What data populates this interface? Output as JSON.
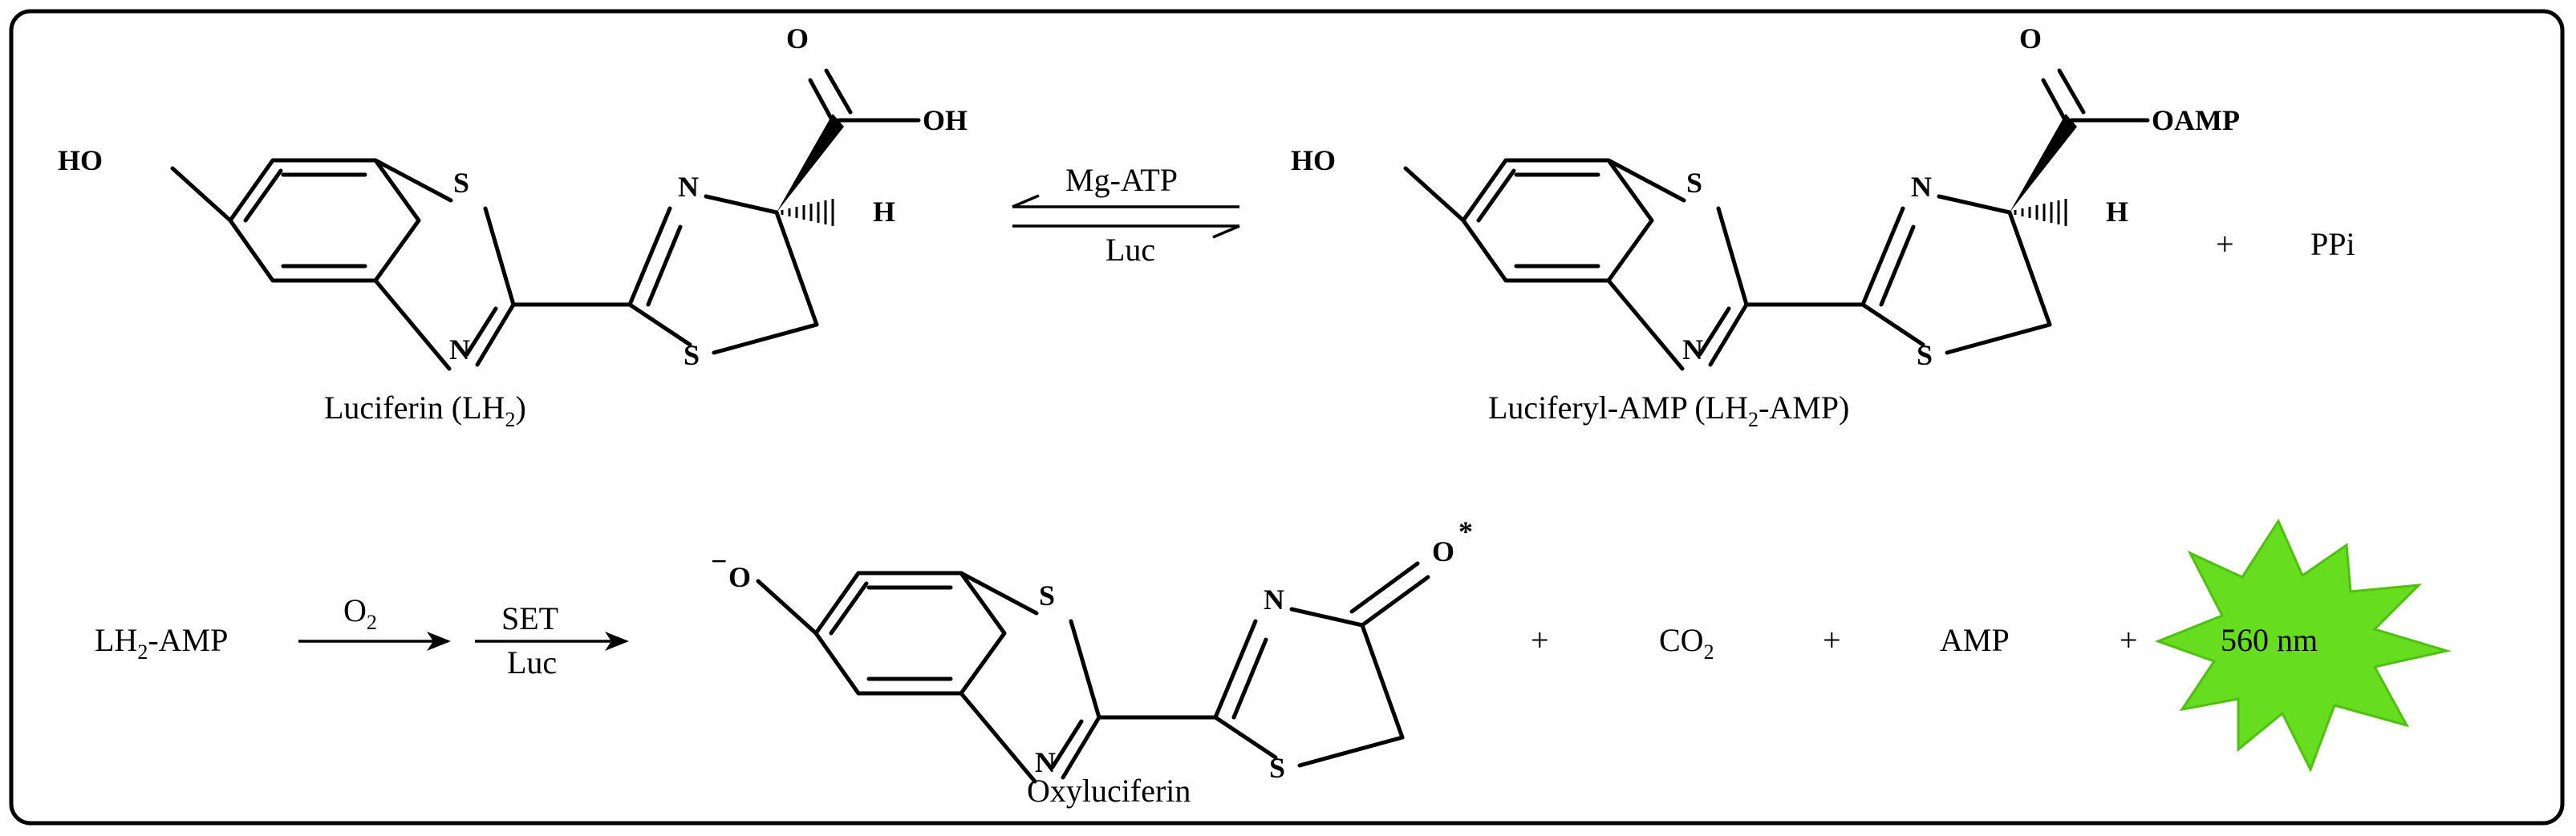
{
  "molecules": {
    "luciferin": {
      "atoms": {
        "ho": "HO",
        "s1": "S",
        "n1": "N",
        "n2": "N",
        "s2": "S",
        "o_carbonyl": "O",
        "oh": "OH",
        "h": "H"
      },
      "caption": {
        "main": "Luciferin (LH",
        "sub": "2",
        "end": ")"
      }
    },
    "luciferyl_amp": {
      "atoms": {
        "ho": "HO",
        "s1": "S",
        "n1": "N",
        "n2": "N",
        "s2": "S",
        "o_carbonyl": "O",
        "oamp": "OAMP",
        "h": "H"
      },
      "caption": {
        "main": "Luciferyl-AMP (LH",
        "sub": "2",
        "end": "-AMP)"
      }
    },
    "oxyluciferin": {
      "atoms": {
        "o_minus": "O",
        "charge": "−",
        "s1": "S",
        "n1": "N",
        "n2": "N",
        "s2": "S",
        "o_star": "O",
        "star": "*"
      },
      "caption": "Oxyluciferin"
    }
  },
  "reaction1": {
    "above_arrow": "Mg-ATP",
    "below_arrow": "Luc",
    "plus": "+",
    "ppi": "PPi"
  },
  "reaction2": {
    "reactant": {
      "main": "LH",
      "sub": "2",
      "end": "-AMP"
    },
    "step1_above": {
      "main": "O",
      "sub": "2"
    },
    "step2_above": "SET",
    "step2_below": "Luc",
    "plus1": "+",
    "co2": {
      "main": "CO",
      "sub": "2"
    },
    "plus2": "+",
    "amp": "AMP",
    "plus3": "+",
    "light": "560 nm"
  },
  "colors": {
    "frame": "#000000",
    "burst_fill": "#66dd1e",
    "burst_stroke": "#4fbf10"
  }
}
